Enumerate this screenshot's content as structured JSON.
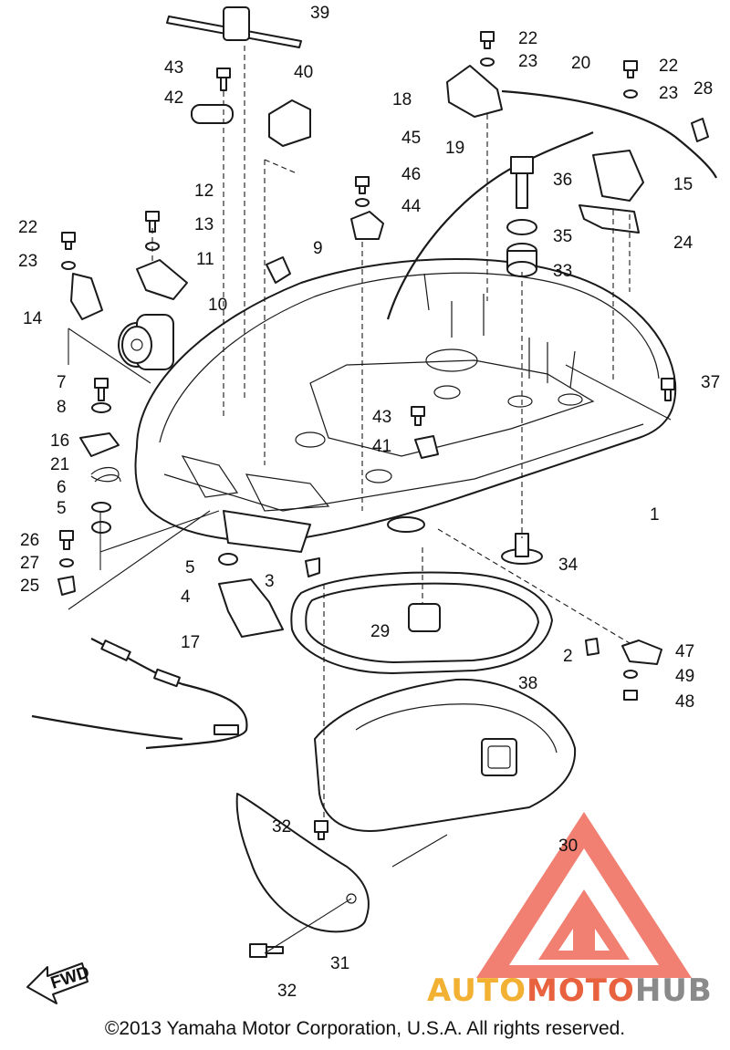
{
  "diagram": {
    "callouts": [
      {
        "id": "39",
        "label": "39"
      },
      {
        "id": "43a",
        "label": "43"
      },
      {
        "id": "40",
        "label": "40"
      },
      {
        "id": "42",
        "label": "42"
      },
      {
        "id": "12",
        "label": "12"
      },
      {
        "id": "13",
        "label": "13"
      },
      {
        "id": "11",
        "label": "11"
      },
      {
        "id": "22a",
        "label": "22"
      },
      {
        "id": "23a",
        "label": "23"
      },
      {
        "id": "14",
        "label": "14"
      },
      {
        "id": "10",
        "label": "10"
      },
      {
        "id": "9",
        "label": "9"
      },
      {
        "id": "45",
        "label": "45"
      },
      {
        "id": "46",
        "label": "46"
      },
      {
        "id": "44",
        "label": "44"
      },
      {
        "id": "19",
        "label": "19"
      },
      {
        "id": "18",
        "label": "18"
      },
      {
        "id": "22b",
        "label": "22"
      },
      {
        "id": "23b",
        "label": "23"
      },
      {
        "id": "20",
        "label": "20"
      },
      {
        "id": "22c",
        "label": "22"
      },
      {
        "id": "23c",
        "label": "23"
      },
      {
        "id": "28",
        "label": "28"
      },
      {
        "id": "36",
        "label": "36"
      },
      {
        "id": "15",
        "label": "15"
      },
      {
        "id": "35",
        "label": "35"
      },
      {
        "id": "24",
        "label": "24"
      },
      {
        "id": "33",
        "label": "33"
      },
      {
        "id": "37",
        "label": "37"
      },
      {
        "id": "7",
        "label": "7"
      },
      {
        "id": "8",
        "label": "8"
      },
      {
        "id": "16",
        "label": "16"
      },
      {
        "id": "21",
        "label": "21"
      },
      {
        "id": "6",
        "label": "6"
      },
      {
        "id": "5a",
        "label": "5"
      },
      {
        "id": "26",
        "label": "26"
      },
      {
        "id": "27",
        "label": "27"
      },
      {
        "id": "25",
        "label": "25"
      },
      {
        "id": "43b",
        "label": "43"
      },
      {
        "id": "41",
        "label": "41"
      },
      {
        "id": "1",
        "label": "1"
      },
      {
        "id": "5b",
        "label": "5"
      },
      {
        "id": "3",
        "label": "3"
      },
      {
        "id": "34",
        "label": "34"
      },
      {
        "id": "4",
        "label": "4"
      },
      {
        "id": "29",
        "label": "29"
      },
      {
        "id": "2",
        "label": "2"
      },
      {
        "id": "47",
        "label": "47"
      },
      {
        "id": "49",
        "label": "49"
      },
      {
        "id": "48",
        "label": "48"
      },
      {
        "id": "38",
        "label": "38"
      },
      {
        "id": "17",
        "label": "17"
      },
      {
        "id": "30",
        "label": "30"
      },
      {
        "id": "32a",
        "label": "32"
      },
      {
        "id": "31",
        "label": "31"
      },
      {
        "id": "32b",
        "label": "32"
      }
    ],
    "fwd_label": "FWD"
  },
  "watermark": {
    "part1": "AUTO",
    "part2": "MOTO",
    "part3": "HUB",
    "colors": {
      "auto": "#f2b133",
      "moto": "#e8623f",
      "hub": "#8a8a8a",
      "triangle": "#ef6b5a"
    }
  },
  "footer": {
    "copyright": "©2013 Yamaha Motor Corporation, U.S.A. All rights reserved."
  }
}
